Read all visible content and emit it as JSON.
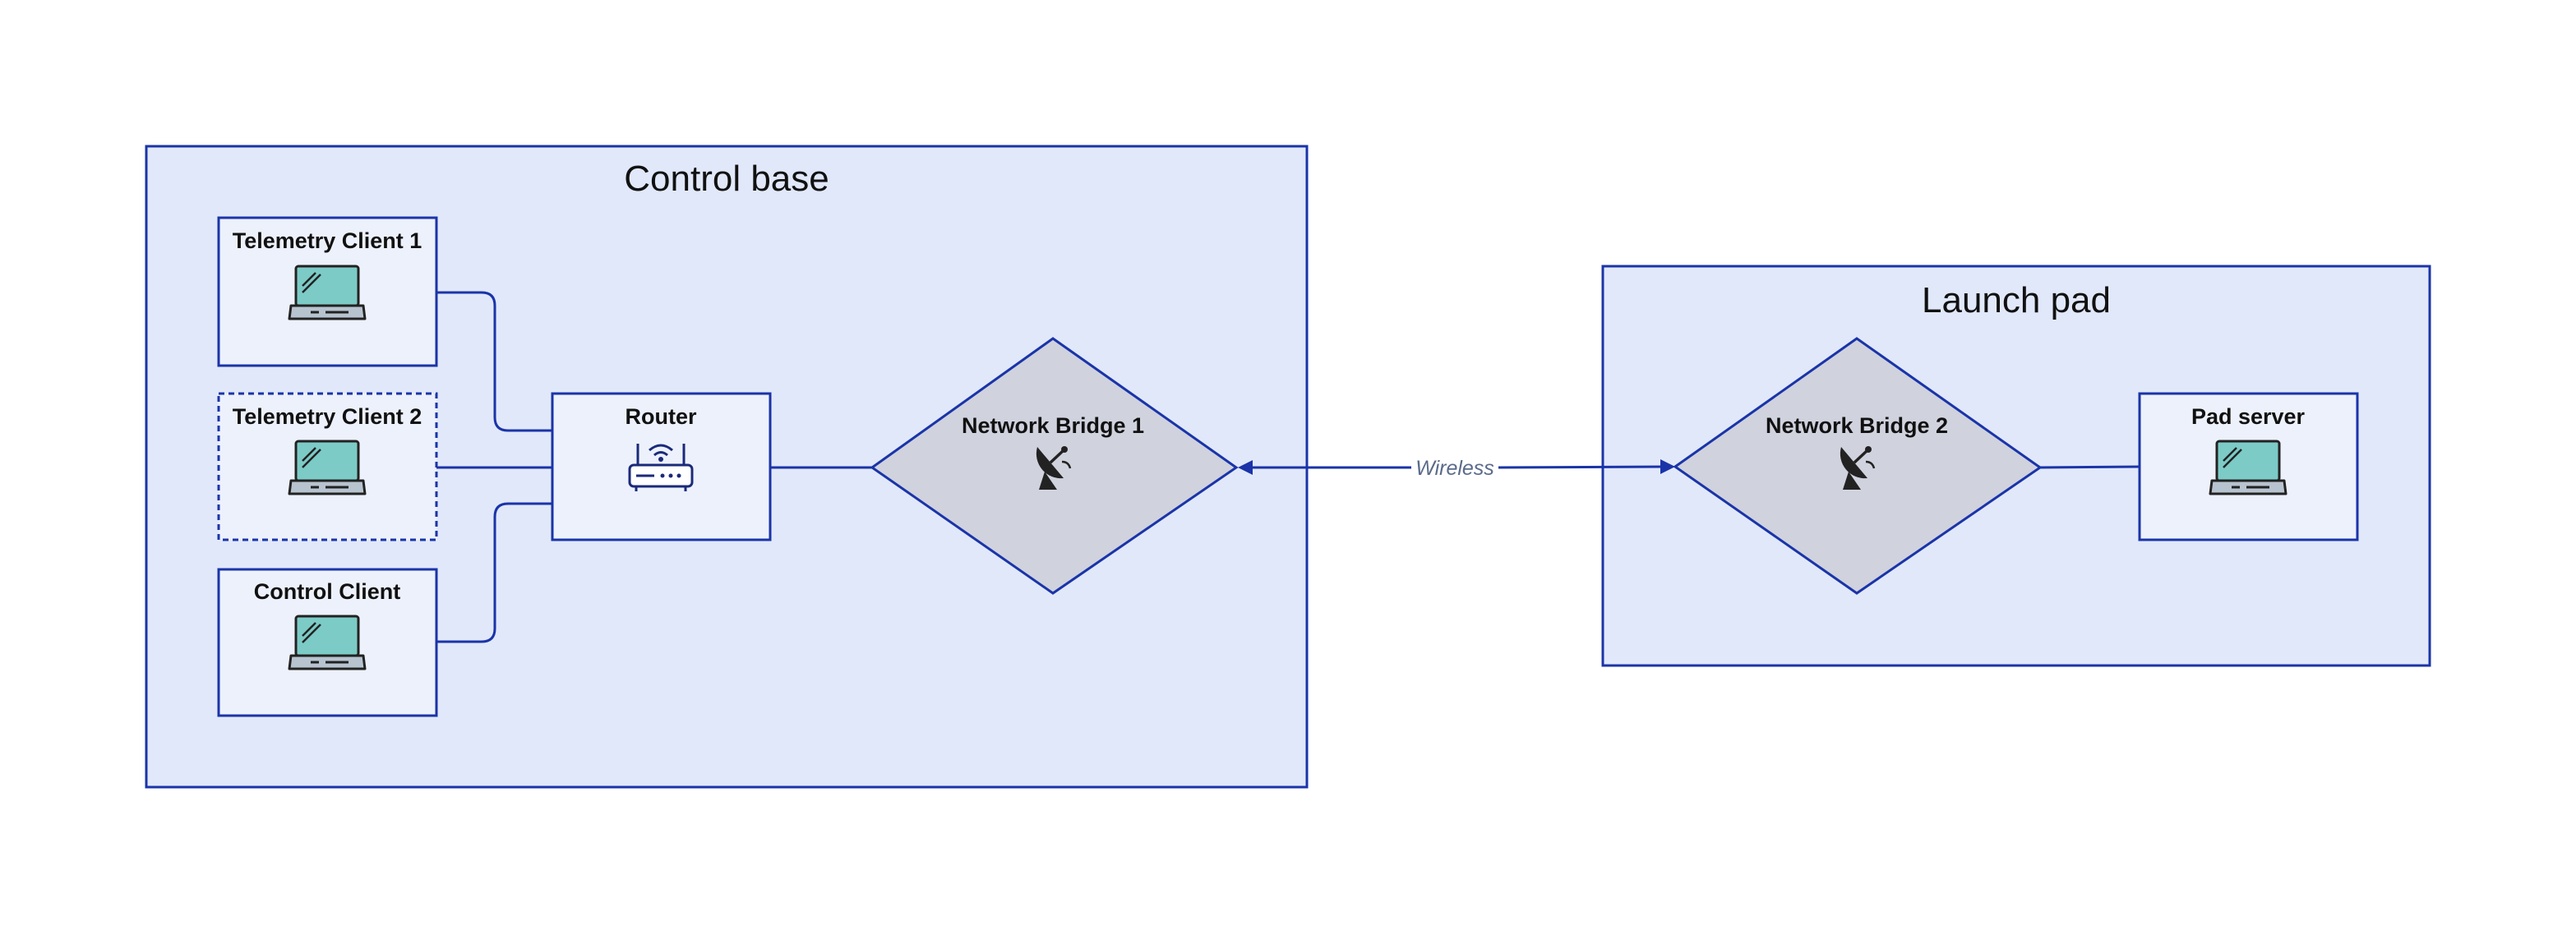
{
  "colors": {
    "stroke": "#1a34a8",
    "group_fill": "#e1e8fa",
    "node_fill": "#edf1fc",
    "bridge_fill": "#d0d2de",
    "laptop_screen": "#7ccbc7",
    "icon_dark": "#222222"
  },
  "groups": {
    "control_base": {
      "title": "Control base"
    },
    "launch_pad": {
      "title": "Launch pad"
    }
  },
  "nodes": {
    "telemetry_client_1": {
      "title": "Telemetry Client 1",
      "icon": "laptop-icon"
    },
    "telemetry_client_2": {
      "title": "Telemetry Client 2",
      "icon": "laptop-icon",
      "border": "dashed"
    },
    "control_client": {
      "title": "Control Client",
      "icon": "laptop-icon"
    },
    "router": {
      "title": "Router",
      "icon": "router-icon"
    },
    "network_bridge_1": {
      "title": "Network Bridge 1",
      "icon": "satellite-dish-icon"
    },
    "network_bridge_2": {
      "title": "Network Bridge 2",
      "icon": "satellite-dish-icon"
    },
    "pad_server": {
      "title": "Pad server",
      "icon": "laptop-icon"
    }
  },
  "edges": {
    "wireless": {
      "label": "Wireless",
      "direction": "both"
    }
  }
}
